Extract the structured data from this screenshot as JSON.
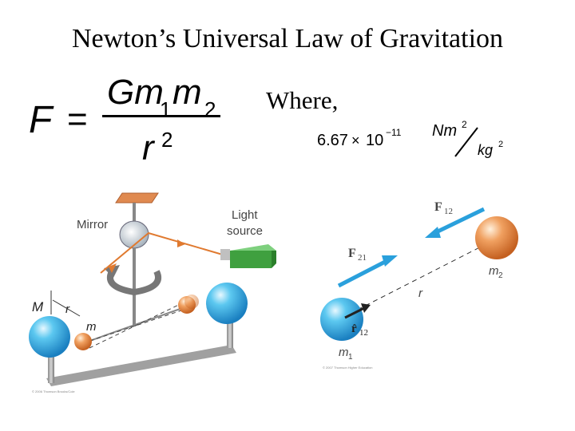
{
  "slide": {
    "title": "Newton’s Universal Law of Gravitation",
    "where_label": "Where,"
  },
  "formula": {
    "lhs": "F",
    "eq": "=",
    "num_G": "Gm",
    "num_sub1": "1",
    "num_m": "m",
    "num_sub2": "2",
    "den_r": "r",
    "den_exp": "2"
  },
  "constant": {
    "mantissa": "6.67",
    "times": "×",
    "base": "10",
    "exponent": "−11",
    "unit_N": "Nm",
    "unit_N_exp": "2",
    "unit_kg": "kg",
    "unit_kg_exp": "2"
  },
  "cavendish": {
    "mirror_label": "Mirror",
    "light_label_1": "Light",
    "light_label_2": "source",
    "M_label": "M",
    "r_label": "r",
    "m_label": "m",
    "copyright": "© 2006 Thomson Brooks/Cole"
  },
  "forces": {
    "F12_label": "F",
    "F12_sub": "12",
    "F21_label": "F",
    "F21_sub": "21",
    "r_label": "r",
    "rhat_label": "r̂",
    "rhat_sub": "12",
    "m1_label": "m",
    "m1_sub": "1",
    "m2_label": "m",
    "m2_sub": "2",
    "copyright": "© 2007 Thomson Higher Education"
  }
}
